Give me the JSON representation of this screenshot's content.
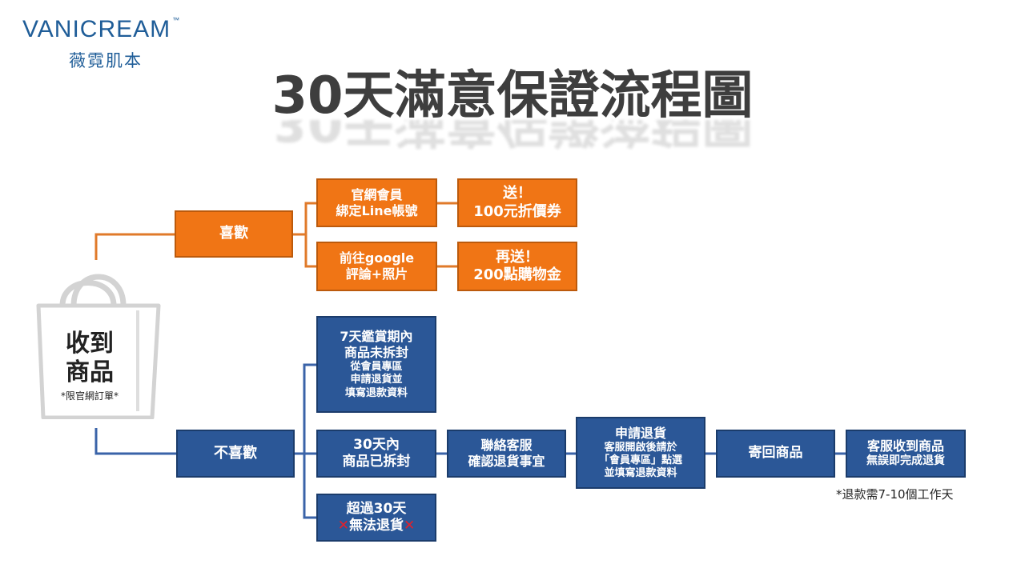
{
  "logo": {
    "en": "VANICREAM",
    "tm": "™",
    "zh": "薇霓肌本"
  },
  "title": "30天滿意保證流程圖",
  "start": {
    "line1": "收到",
    "line2": "商品",
    "note": "*限官網訂單*"
  },
  "like": {
    "label": "喜歡",
    "steps": [
      {
        "action": [
          "官網會員",
          "綁定Line帳號"
        ],
        "reward": [
          "送！",
          "100元折價券"
        ]
      },
      {
        "action": [
          "前往google",
          "評論+照片"
        ],
        "reward": [
          "再送！",
          "200點購物金"
        ]
      }
    ]
  },
  "dislike": {
    "label": "不喜歡",
    "opt1": {
      "l1": "7天鑑賞期內",
      "l2": "商品未拆封",
      "l3": "從會員專區",
      "l4": "申請退貨並",
      "l5": "填寫退款資料"
    },
    "opt2": {
      "l1": "30天內",
      "l2": "商品已拆封"
    },
    "opt3": {
      "l1": "超過30天",
      "mark": "✕",
      "l2": "無法退貨"
    },
    "flow": {
      "contact": {
        "l1": "聯絡客服",
        "l2": "確認退貨事宜"
      },
      "apply": {
        "l1": "申請退貨",
        "l2": "客服開啟後請於",
        "l3": "「會員專區」點選",
        "l4": "並填寫退款資料"
      },
      "ship": {
        "l1": "寄回商品"
      },
      "done": {
        "l1": "客服收到商品",
        "l2": "無誤即完成退貨"
      }
    }
  },
  "footnote": "*退款需7-10個工作天",
  "colors": {
    "orange": "#f07515",
    "blue": "#2b5797",
    "brand": "#1f5d98",
    "title": "#3e3e3e"
  }
}
